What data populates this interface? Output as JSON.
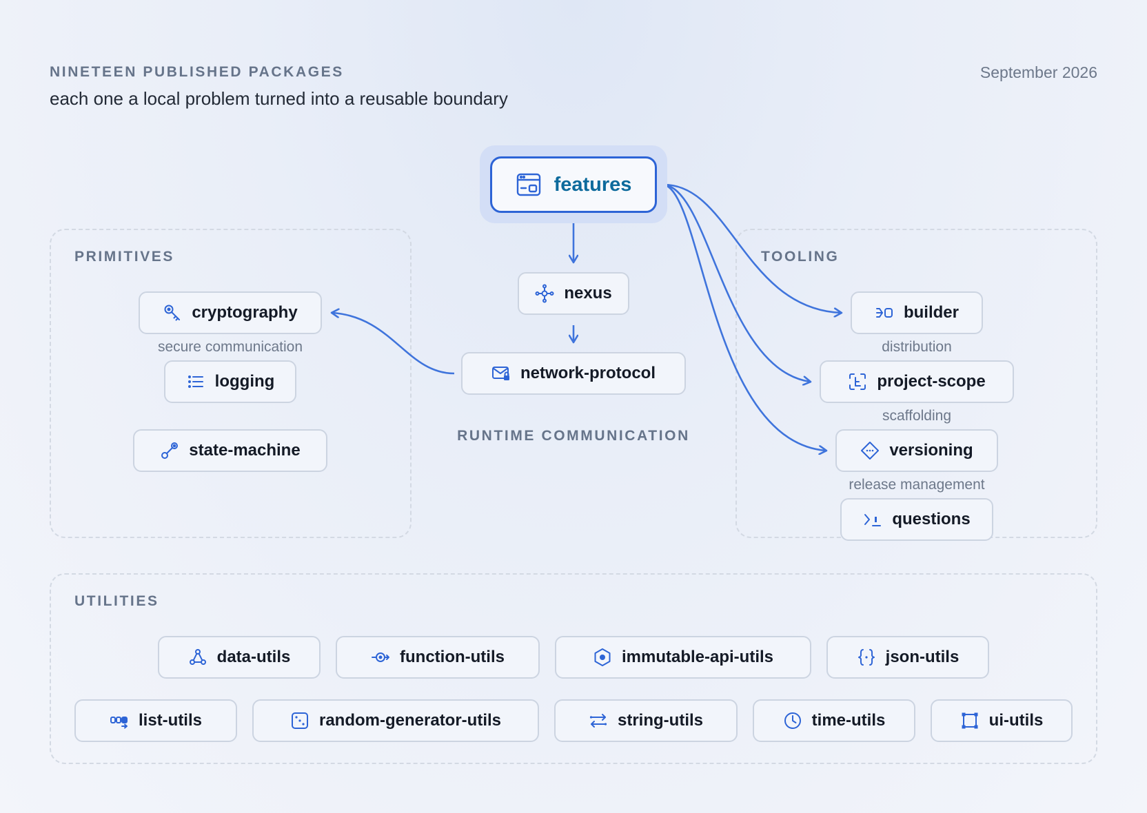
{
  "header": {
    "eyebrow": "NINETEEN PUBLISHED PACKAGES",
    "subtitle": "each one a local problem turned into a reusable boundary",
    "date": "September 2026"
  },
  "center": {
    "root": {
      "label": "features",
      "icon": "window-icon"
    },
    "chain": [
      {
        "label": "nexus",
        "icon": "network-hub-icon"
      },
      {
        "label": "network-protocol",
        "icon": "mail-lock-icon"
      }
    ],
    "group_label": "RUNTIME COMMUNICATION"
  },
  "primitives": {
    "label": "PRIMITIVES",
    "nodes": [
      {
        "label": "cryptography",
        "icon": "key-icon",
        "caption": "secure communication"
      },
      {
        "label": "logging",
        "icon": "list-icon"
      },
      {
        "label": "state-machine",
        "icon": "state-link-icon"
      }
    ]
  },
  "tooling": {
    "label": "TOOLING",
    "nodes": [
      {
        "label": "builder",
        "icon": "build-arrow-icon",
        "caption": "distribution"
      },
      {
        "label": "project-scope",
        "icon": "scope-bracket-icon",
        "caption": "scaffolding"
      },
      {
        "label": "versioning",
        "icon": "diamond-version-icon",
        "caption": "release management"
      },
      {
        "label": "questions",
        "icon": "prompt-icon"
      }
    ]
  },
  "utilities": {
    "label": "UTILITIES",
    "row1": [
      {
        "label": "data-utils",
        "icon": "nodes-icon"
      },
      {
        "label": "function-utils",
        "icon": "function-icon"
      },
      {
        "label": "immutable-api-utils",
        "icon": "hexagon-icon"
      },
      {
        "label": "json-utils",
        "icon": "braces-icon"
      }
    ],
    "row2": [
      {
        "label": "list-utils",
        "icon": "list-arrow-icon"
      },
      {
        "label": "random-generator-utils",
        "icon": "dice-icon"
      },
      {
        "label": "string-utils",
        "icon": "swap-icon"
      },
      {
        "label": "time-utils",
        "icon": "clock-icon"
      },
      {
        "label": "ui-utils",
        "icon": "frame-icon"
      }
    ]
  },
  "colors": {
    "accent": "#2d64d6",
    "edge": "#3f74dc",
    "label": "#66748a"
  }
}
